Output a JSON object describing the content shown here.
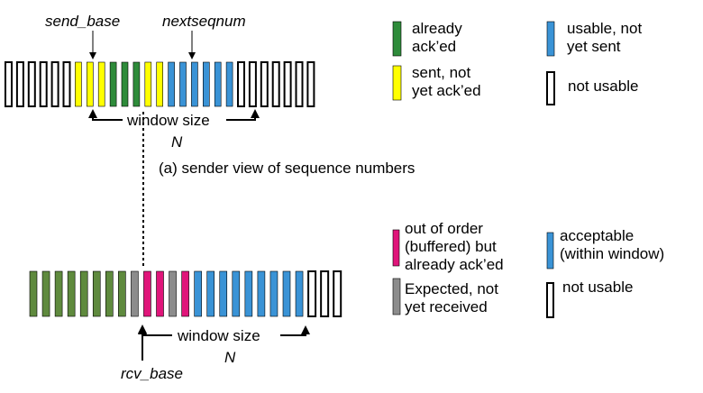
{
  "colors": {
    "acked": "#2e8b3a",
    "sent_not_acked": "#ffff00",
    "usable_not_sent": "#3a93d6",
    "not_usable": "#ffffff",
    "out_of_order_buffered": "#e0157a",
    "expected_not_received": "#8c8c8c",
    "acceptable": "#3a93d6",
    "receiver_acked": "#5f8a3e"
  },
  "sender": {
    "send_base_label": "send_base",
    "nextseqnum_label": "nextseqnum",
    "window_size_label": "window size",
    "window_N": "N",
    "caption": "(a) sender view of sequence numbers",
    "slots": [
      "not_usable",
      "not_usable",
      "not_usable",
      "not_usable",
      "not_usable",
      "not_usable",
      "sent_not_acked",
      "sent_not_acked",
      "sent_not_acked",
      "acked",
      "acked",
      "acked",
      "sent_not_acked",
      "sent_not_acked",
      "usable_not_sent",
      "usable_not_sent",
      "usable_not_sent",
      "usable_not_sent",
      "usable_not_sent",
      "usable_not_sent",
      "not_usable",
      "not_usable",
      "not_usable",
      "not_usable",
      "not_usable",
      "not_usable",
      "not_usable"
    ]
  },
  "receiver": {
    "rcv_base_label": "rcv_base",
    "window_size_label": "window size",
    "window_N": "N",
    "slots": [
      "receiver_acked",
      "receiver_acked",
      "receiver_acked",
      "receiver_acked",
      "receiver_acked",
      "receiver_acked",
      "receiver_acked",
      "receiver_acked",
      "expected_not_received",
      "out_of_order_buffered",
      "out_of_order_buffered",
      "expected_not_received",
      "out_of_order_buffered",
      "acceptable",
      "acceptable",
      "acceptable",
      "acceptable",
      "acceptable",
      "acceptable",
      "acceptable",
      "acceptable",
      "acceptable",
      "not_usable",
      "not_usable",
      "not_usable"
    ]
  },
  "legend_sender": [
    {
      "key": "acked",
      "text": "already\nack’ed"
    },
    {
      "key": "usable_not_sent",
      "text": "usable, not\nyet sent"
    },
    {
      "key": "sent_not_acked",
      "text": "sent, not\nyet ack’ed"
    },
    {
      "key": "not_usable",
      "text": "not usable"
    }
  ],
  "legend_receiver": [
    {
      "key": "out_of_order_buffered",
      "text": "out of order\n(buffered) but\nalready ack’ed"
    },
    {
      "key": "acceptable",
      "text": "acceptable\n(within window)"
    },
    {
      "key": "expected_not_received",
      "text": "Expected, not\nyet received"
    },
    {
      "key": "not_usable",
      "text": "not usable"
    }
  ]
}
